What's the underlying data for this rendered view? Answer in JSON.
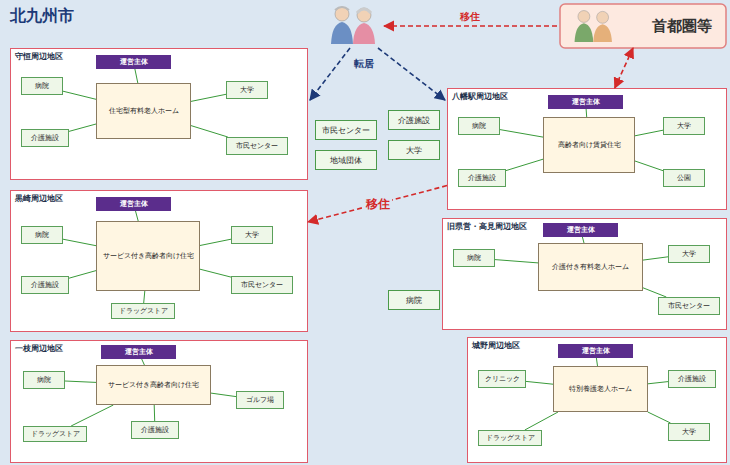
{
  "diagram": {
    "nodes": [
      {
        "text": [
          "北九州市"
        ]
      },
      {
        "text": [
          "首都圏等"
        ]
      },
      {
        "text": [
          "守恒周辺地区"
        ],
        "in": 0
      },
      {
        "text": [
          "運営主体"
        ],
        "in": 2
      },
      {
        "text": [
          "住宅型有料老人ホーム"
        ],
        "in": 2
      },
      {
        "text": [
          "病院"
        ],
        "in": 2
      },
      {
        "text": [
          "介護施設"
        ],
        "in": 2
      },
      {
        "text": [
          "市民センター"
        ],
        "in": 2
      },
      {
        "text": [
          "大学"
        ],
        "in": 2
      },
      {
        "text": [
          "黒崎周辺地区"
        ],
        "in": 0
      },
      {
        "text": [
          "運営主体"
        ],
        "in": 9
      },
      {
        "text": [
          "サービス付き高齢者向け住宅"
        ],
        "in": 9
      },
      {
        "text": [
          "病院"
        ],
        "in": 9
      },
      {
        "text": [
          "介護施設"
        ],
        "in": 9
      },
      {
        "text": [
          "ドラッグストア"
        ],
        "in": 9
      },
      {
        "text": [
          "大学"
        ],
        "in": 9
      },
      {
        "text": [
          "市民センター"
        ],
        "in": 9
      },
      {
        "text": [
          "一枝周辺地区"
        ],
        "in": 0
      },
      {
        "text": [
          "運営主体"
        ],
        "in": 17
      },
      {
        "text": [
          "サービス付き高齢者向け住宅"
        ],
        "in": 17
      },
      {
        "text": [
          "介護施設"
        ],
        "in": 17
      },
      {
        "text": [
          "病院"
        ],
        "in": 17
      },
      {
        "text": [
          "ドラッグストア"
        ],
        "in": 17
      },
      {
        "text": [
          "ゴルフ場"
        ],
        "in": 17
      },
      {
        "text": [
          "市民センター"
        ],
        "in": 0
      },
      {
        "text": [
          "地域団体"
        ],
        "in": 0
      },
      {
        "text": [
          "介護施設"
        ],
        "in": 0
      },
      {
        "text": [
          "大学"
        ],
        "in": 0
      },
      {
        "text": [
          "病院"
        ],
        "in": 0
      },
      {
        "text": [
          "八幡駅周辺地区"
        ],
        "in": 0
      },
      {
        "text": [
          "運営主体"
        ],
        "in": 29
      },
      {
        "text": [
          "高齢者向け賃貸住宅"
        ],
        "in": 29
      },
      {
        "text": [
          "病院"
        ],
        "in": 29
      },
      {
        "text": [
          "介護施設"
        ],
        "in": 29
      },
      {
        "text": [
          "大学"
        ],
        "in": 29
      },
      {
        "text": [
          "公園"
        ],
        "in": 29
      },
      {
        "text": [
          "旧県営・高見周辺地区"
        ],
        "in": 0
      },
      {
        "text": [
          "運営主体"
        ],
        "in": 36
      },
      {
        "text": [
          "介護付き有料老人ホーム"
        ],
        "in": 36
      },
      {
        "text": [
          "病院"
        ],
        "in": 36
      },
      {
        "text": [
          "大学"
        ],
        "in": 36
      },
      {
        "text": [
          "市民センター"
        ],
        "in": 36
      },
      {
        "text": [
          "城野周辺地区"
        ],
        "in": 0
      },
      {
        "text": [
          "運営主体"
        ],
        "in": 42
      },
      {
        "text": [
          "特別養護老人ホーム"
        ],
        "in": 42
      },
      {
        "text": [
          "クリニック"
        ],
        "in": 42
      },
      {
        "text": [
          "ドラッグストア"
        ],
        "in": 42
      },
      {
        "text": [
          "介護施設"
        ],
        "in": 42
      },
      {
        "text": [
          "大学"
        ],
        "in": 42
      }
    ],
    "edges": [
      {
        "from": 1,
        "to": 29,
        "arrow": "both"
      },
      {
        "from": 29,
        "to": 9,
        "label": "移住",
        "arrow": "to"
      },
      {
        "from": 3,
        "to": 4,
        "arrow": "none"
      },
      {
        "from": 4,
        "to": 5,
        "arrow": "none"
      },
      {
        "from": 4,
        "to": 6,
        "arrow": "none"
      },
      {
        "from": 4,
        "to": 7,
        "arrow": "none"
      },
      {
        "from": 4,
        "to": 8,
        "arrow": "none"
      },
      {
        "from": 10,
        "to": 11,
        "arrow": "none"
      },
      {
        "from": 11,
        "to": 12,
        "arrow": "none"
      },
      {
        "from": 11,
        "to": 13,
        "arrow": "none"
      },
      {
        "from": 11,
        "to": 14,
        "arrow": "none"
      },
      {
        "from": 11,
        "to": 15,
        "arrow": "none"
      },
      {
        "from": 11,
        "to": 16,
        "arrow": "none"
      },
      {
        "from": 18,
        "to": 19,
        "arrow": "none"
      },
      {
        "from": 19,
        "to": 20,
        "arrow": "none"
      },
      {
        "from": 19,
        "to": 21,
        "arrow": "none"
      },
      {
        "from": 19,
        "to": 22,
        "arrow": "none"
      },
      {
        "from": 19,
        "to": 23,
        "arrow": "none"
      },
      {
        "from": 30,
        "to": 31,
        "arrow": "none"
      },
      {
        "from": 31,
        "to": 32,
        "arrow": "none"
      },
      {
        "from": 31,
        "to": 33,
        "arrow": "none"
      },
      {
        "from": 31,
        "to": 34,
        "arrow": "none"
      },
      {
        "from": 31,
        "to": 35,
        "arrow": "none"
      },
      {
        "from": 37,
        "to": 38,
        "arrow": "none"
      },
      {
        "from": 38,
        "to": 39,
        "arrow": "none"
      },
      {
        "from": 38,
        "to": 40,
        "arrow": "none"
      },
      {
        "from": 38,
        "to": 41,
        "arrow": "none"
      },
      {
        "from": 43,
        "to": 44,
        "arrow": "none"
      },
      {
        "from": 44,
        "to": 45,
        "arrow": "none"
      },
      {
        "from": 44,
        "to": 46,
        "arrow": "none"
      },
      {
        "from": 44,
        "to": 47,
        "arrow": "none"
      },
      {
        "from": 44,
        "to": 48,
        "arrow": "none"
      }
    ],
    "labels": [
      "移住",
      "転居"
    ]
  }
}
